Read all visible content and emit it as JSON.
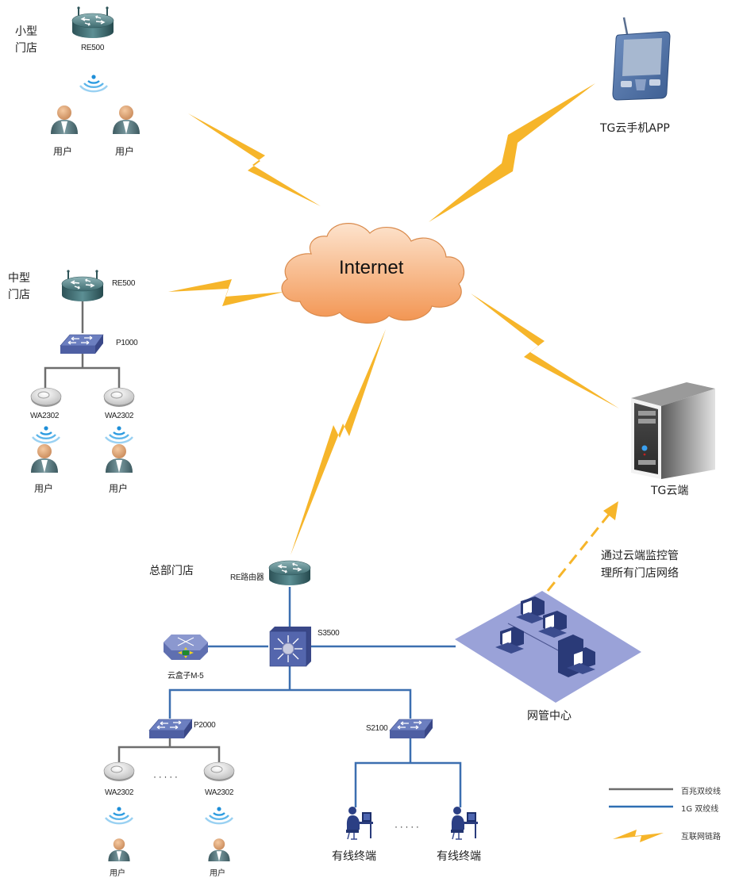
{
  "diagram": {
    "title": "Store network topology via Internet",
    "center": {
      "label": "Internet"
    },
    "cloud_nodes": [
      {
        "id": "app",
        "label": "TG云手机APP",
        "icon": "pda-icon"
      },
      {
        "id": "cloud",
        "label": "TG云端",
        "icon": "server-tower-icon"
      }
    ],
    "small_store": {
      "title_line1": "小型",
      "title_line2": "门店",
      "router": "RE500",
      "users": [
        "用户",
        "用户"
      ]
    },
    "medium_store": {
      "title_line1": "中型",
      "title_line2": "门店",
      "router": "RE500",
      "switch": "P1000",
      "aps": [
        "WA2302",
        "WA2302"
      ],
      "users": [
        "用户",
        "用户"
      ]
    },
    "hq_store": {
      "title": "总部门店",
      "router": "RE路由器",
      "core_switch": "S3500",
      "cloud_box": "云盒子M-5",
      "access_switch_wireless": "P2000",
      "aps": [
        "WA2302",
        "WA2302"
      ],
      "ellipsis": "· · · · ·",
      "users": [
        "用户",
        "用户"
      ],
      "access_switch_wired": "S2100",
      "wired_terminals": [
        "有线终端",
        "有线终端"
      ],
      "nms": "网管中心"
    },
    "annotation": {
      "line1": "通过云端监控管",
      "line2": "理所有门店网络"
    },
    "legend": [
      {
        "label": "百兆双绞线",
        "type": "line",
        "color": "#6e6e6e"
      },
      {
        "label": "1G  双绞线",
        "type": "line",
        "color": "#2e6fb3"
      },
      {
        "label": "互联网链路",
        "type": "bolt",
        "color": "#f5b525"
      }
    ],
    "colors": {
      "link_100m": "#6e6e6e",
      "link_1g": "#3c6fb0",
      "internet_link": "#f6b52a",
      "cloud_fill_top": "#fde0c7",
      "cloud_fill_bottom": "#f39a55",
      "cloud_stroke": "#d98a4c"
    }
  }
}
